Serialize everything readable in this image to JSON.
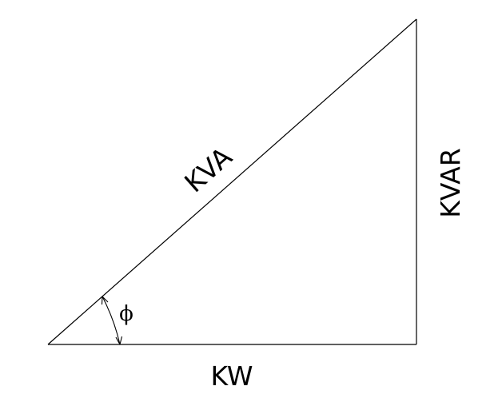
{
  "diagram": {
    "title": "",
    "labels": {
      "hypotenuse": "KVA",
      "vertical_side": "KVAR",
      "base": "KW",
      "angle": "ϕ"
    },
    "colors": {
      "line": "#000000",
      "background": "#ffffff"
    }
  }
}
